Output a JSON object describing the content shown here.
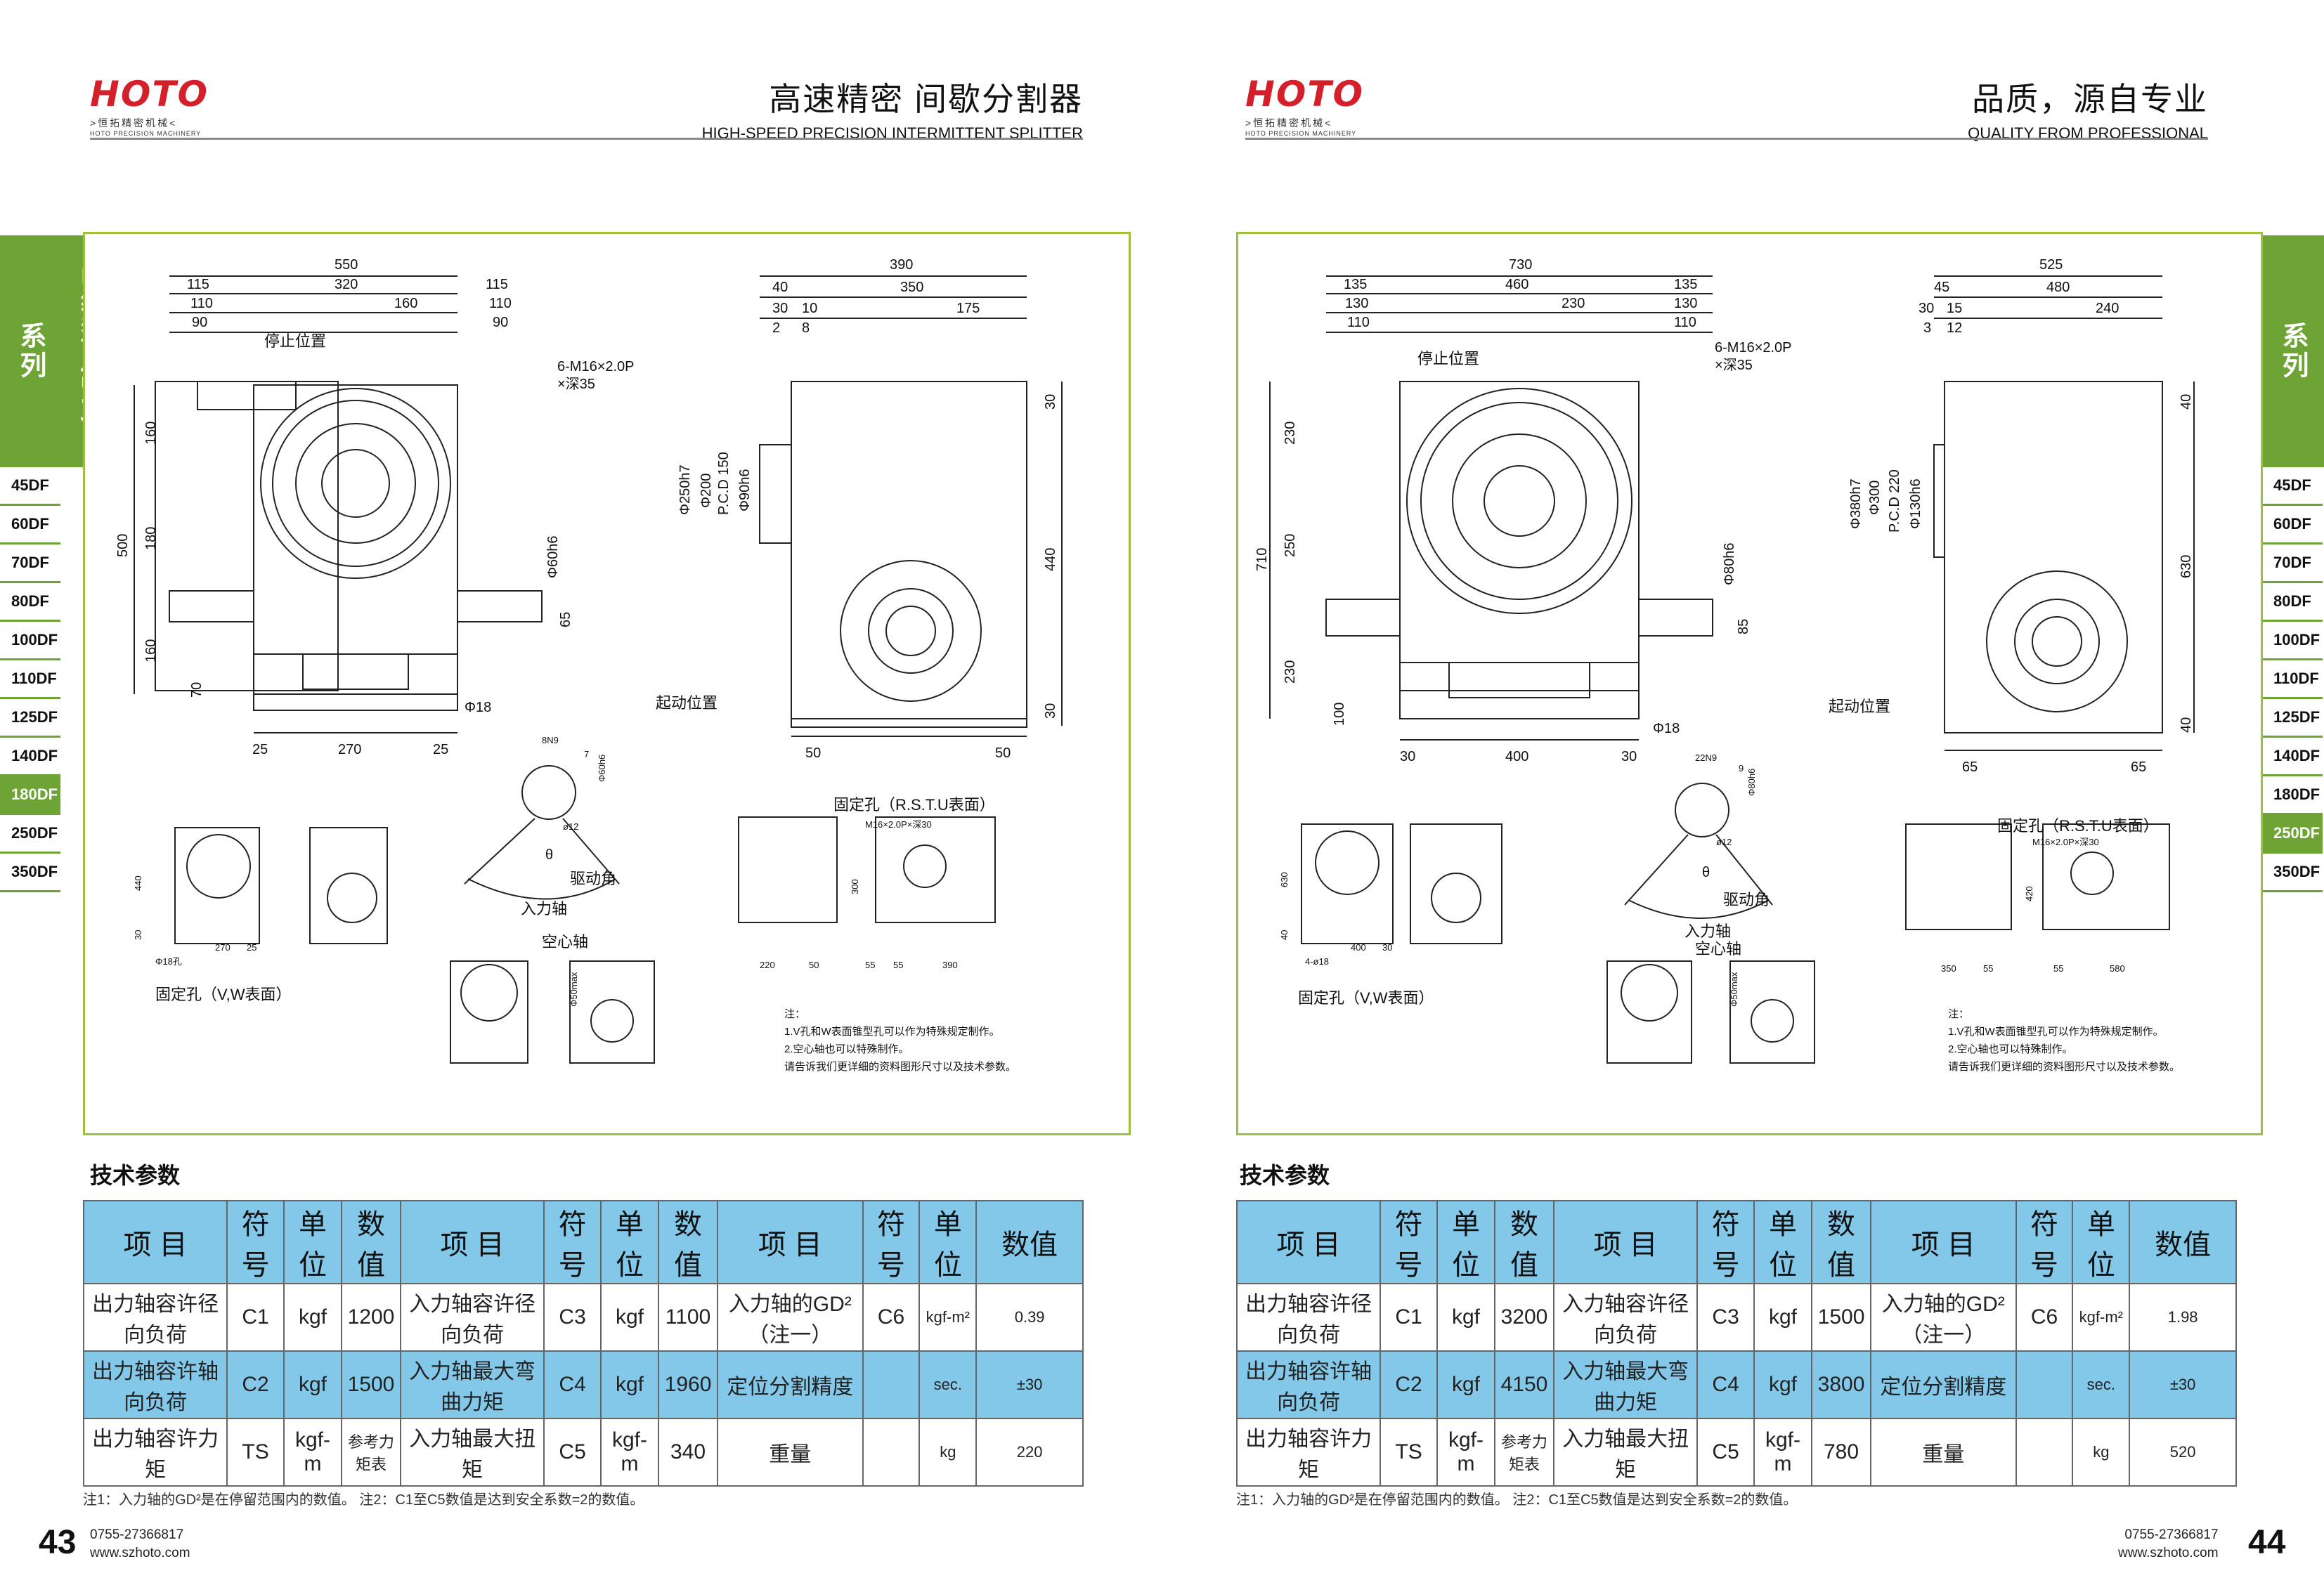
{
  "left": {
    "logo": {
      "mark": "HOTO",
      "sub_cn": ">恒拓精密机械<",
      "sub_en": "HOTO PRECISION MACHINERY"
    },
    "header": {
      "cn": "高速精密 间歇分割器",
      "en": "HIGH-SPEED PRECISION INTERMITTENT SPLITTER"
    },
    "drawing": {
      "top_dims": {
        "overall": "550",
        "d115a": "115",
        "d320": "320",
        "d115b": "115",
        "d110a": "110",
        "d160": "160",
        "d110b": "110",
        "d90a": "90",
        "d90b": "90"
      },
      "stop_pos": "停止位置",
      "bolt": "6-M16×2.0P",
      "depth": "×深35",
      "left_dims": {
        "d500": "500",
        "d160a": "160",
        "d180": "180",
        "d160b": "160",
        "d70": "70"
      },
      "shaft_dims": {
        "phi60": "Φ60h6",
        "d65": "65",
        "phi18": "Φ18"
      },
      "bottom_dims": {
        "d25a": "25",
        "d270": "270",
        "d25b": "25"
      },
      "side_top": {
        "d390": "390",
        "d40": "40",
        "d350": "350",
        "d30": "30",
        "d10": "10",
        "d175": "175",
        "d2": "2",
        "d8": "8"
      },
      "side_left": {
        "phi250": "Φ250h7",
        "phi200": "Φ200",
        "pcd": "P.C.D 150",
        "phi90": "Φ90h6"
      },
      "side_right": {
        "d30a": "30",
        "d440": "440",
        "d30b": "30"
      },
      "side_bottom": {
        "d50a": "50",
        "d50b": "50"
      },
      "start_pos": "起动位置",
      "key": {
        "k8": "8N9",
        "k7": "7",
        "k60": "Φ60h6",
        "k12": "ø12",
        "theta": "θ",
        "drive": "驱动角"
      },
      "input_shaft": "入力轴",
      "hollow_shaft": "空心轴",
      "fix_vw": "固定孔（V,W表面）",
      "fix_rstu": "固定孔（R.S.T.U表面）",
      "small_bolt": "M16×2.0P×深30",
      "small_dims": {
        "s440": "440",
        "s30": "30",
        "s270": "270",
        "s25": "25",
        "sphi18": "Φ18孔",
        "s220": "220",
        "s50a": "50",
        "s300": "300",
        "s55a": "55",
        "s55b": "55",
        "s390": "390",
        "s50max": "Φ50max"
      },
      "notes": [
        "注：",
        "1.V孔和W表面锥型孔可以作为特殊规定制作。",
        "2.空心轴也可以特殊制作。",
        "请告诉我们更详细的资料图形尺寸以及技术参数。"
      ]
    },
    "section_title": "技术参数",
    "table": {
      "headers": [
        "项 目",
        "符号",
        "单位",
        "数值",
        "项 目",
        "符号",
        "单位",
        "数值",
        "项 目",
        "符号",
        "单位",
        "数值"
      ],
      "rows": [
        [
          "出力轴容许径向负荷",
          "C1",
          "kgf",
          "1200",
          "入力轴容许径向负荷",
          "C3",
          "kgf",
          "1100",
          "入力轴的GD²（注一）",
          "C6",
          "kgf-m²",
          "0.39"
        ],
        [
          "出力轴容许轴向负荷",
          "C2",
          "kgf",
          "1500",
          "入力轴最大弯曲力矩",
          "C4",
          "kgf",
          "1960",
          "定位分割精度",
          "",
          "sec.",
          "±30"
        ],
        [
          "出力轴容许力矩",
          "TS",
          "kgf-m",
          "参考力矩表",
          "入力轴最大扭矩",
          "C5",
          "kgf-m",
          "340",
          "重量",
          "",
          "kg",
          "220"
        ]
      ]
    },
    "notes": "注1：入力轴的GD²是在停留范围内的数值。 注2：C1至C5数值是达到安全系数=2的数值。",
    "page_num": "43",
    "phone": "0755-27366817",
    "web": "www.szhoto.com"
  },
  "right": {
    "logo": {
      "mark": "HOTO",
      "sub_cn": ">恒拓精密机械<",
      "sub_en": "HOTO PRECISION MACHINERY"
    },
    "header": {
      "cn": "品质，源自专业",
      "en": "QUALITY FROM PROFESSIONAL"
    },
    "drawing": {
      "top_dims": {
        "overall": "730",
        "d135a": "135",
        "d460": "460",
        "d135b": "135",
        "d130a": "130",
        "d230": "230",
        "d130b": "130",
        "d110a": "110",
        "d110b": "110"
      },
      "stop_pos": "停止位置",
      "bolt": "6-M16×2.0P",
      "depth": "×深35",
      "left_dims": {
        "d710": "710",
        "d230a": "230",
        "d250": "250",
        "d230b": "230",
        "d100": "100"
      },
      "shaft_dims": {
        "phi80": "Φ80h6",
        "d85": "85",
        "phi18": "Φ18"
      },
      "bottom_dims": {
        "d30a": "30",
        "d400": "400",
        "d30b": "30"
      },
      "side_top": {
        "d525": "525",
        "d45": "45",
        "d480": "480",
        "d30": "30",
        "d15": "15",
        "d240": "240",
        "d3": "3",
        "d12": "12"
      },
      "side_left": {
        "phi380": "Φ380h7",
        "phi300": "Φ300",
        "pcd": "P.C.D 220",
        "phi130": "Φ130h6"
      },
      "side_right": {
        "d40a": "40",
        "d630": "630",
        "d40b": "40"
      },
      "side_bottom": {
        "d65a": "65",
        "d65b": "65"
      },
      "start_pos": "起动位置",
      "key": {
        "k22": "22N9",
        "k9": "9",
        "k80": "Φ80h6",
        "k12": "ø12",
        "theta": "θ",
        "drive": "驱动角"
      },
      "input_shaft": "入力轴",
      "hollow_shaft": "空心轴",
      "fix_vw": "固定孔（V,W表面）",
      "fix_rstu": "固定孔（R.S.T.U表面）",
      "small_bolt": "M16×2.0P×深30",
      "small_dims": {
        "s630": "630",
        "s40": "40",
        "s400": "400",
        "s30": "30",
        "sphi18": "4-ø18",
        "s350": "350",
        "s55a": "55",
        "s420": "420",
        "s55b": "55",
        "s580": "580",
        "s50max": "Φ50max"
      },
      "notes": [
        "注：",
        "1.V孔和W表面锥型孔可以作为特殊规定制作。",
        "2.空心轴也可以特殊制作。",
        "请告诉我们更详细的资料图形尺寸以及技术参数。"
      ]
    },
    "section_title": "技术参数",
    "table": {
      "headers": [
        "项 目",
        "符号",
        "单位",
        "数值",
        "项 目",
        "符号",
        "单位",
        "数值",
        "项 目",
        "符号",
        "单位",
        "数值"
      ],
      "rows": [
        [
          "出力轴容许径向负荷",
          "C1",
          "kgf",
          "3200",
          "入力轴容许径向负荷",
          "C3",
          "kgf",
          "1500",
          "入力轴的GD²（注一）",
          "C6",
          "kgf-m²",
          "1.98"
        ],
        [
          "出力轴容许轴向负荷",
          "C2",
          "kgf",
          "4150",
          "入力轴最大弯曲力矩",
          "C4",
          "kgf",
          "3800",
          "定位分割精度",
          "",
          "sec.",
          "±30"
        ],
        [
          "出力轴容许力矩",
          "TS",
          "kgf-m",
          "参考力矩表",
          "入力轴最大扭矩",
          "C5",
          "kgf-m",
          "780",
          "重量",
          "",
          "kg",
          "520"
        ]
      ]
    },
    "notes": "注1：入力轴的GD²是在停留范围内的数值。 注2：C1至C5数值是达到安全系数=2的数值。",
    "page_num": "44",
    "phone": "0755-27366817",
    "web": "www.szhoto.com"
  },
  "side_tabs": {
    "series": "凸缘型（DF）系列",
    "models": [
      "45DF",
      "60DF",
      "70DF",
      "80DF",
      "100DF",
      "110DF",
      "125DF",
      "140DF",
      "180DF",
      "250DF",
      "350DF"
    ],
    "left_active": "180DF",
    "right_active": "250DF"
  },
  "colors": {
    "accent_green": "#6ea336",
    "frame_green": "#9cc23b",
    "table_blue": "#83c8e9",
    "logo_red": "#d4202a"
  }
}
